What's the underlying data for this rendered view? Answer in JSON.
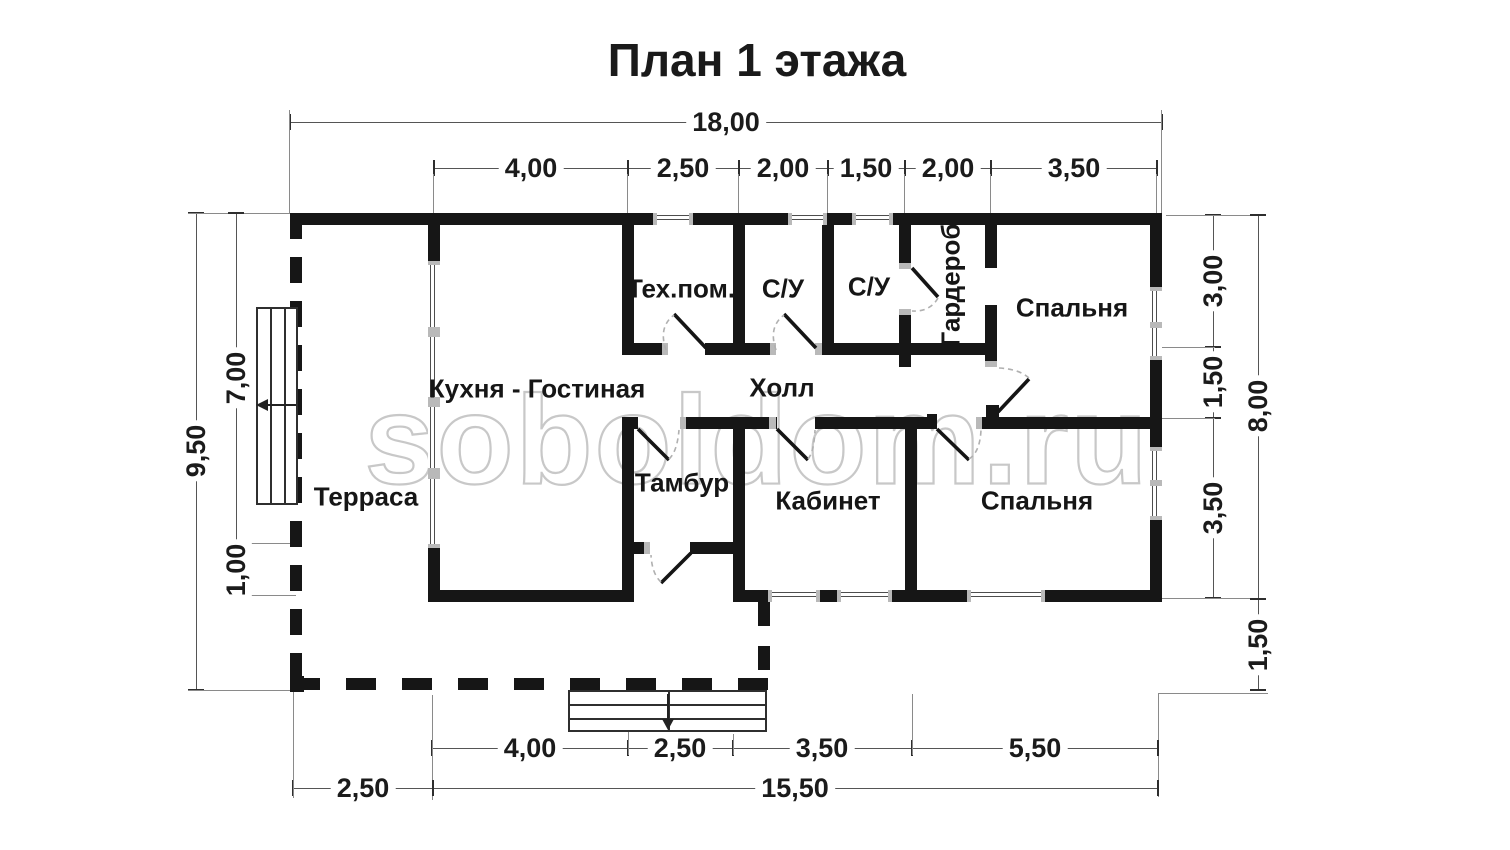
{
  "title": "План 1 этажа",
  "watermark": "soboldom.ru",
  "dimensions": {
    "top_total": "18,00",
    "top_segments": [
      "4,00",
      "2,50",
      "2,00",
      "1,50",
      "2,00",
      "3,50"
    ],
    "left_total": "9,50",
    "left_upper": "7,00",
    "left_lower": "1,00",
    "right_segments": [
      "3,00",
      "1,50",
      "3,50"
    ],
    "right_total": "8,00",
    "right_lower": "1,50",
    "bottom_segments": [
      "4,00",
      "2,50",
      "3,50",
      "5,50"
    ],
    "bottom_left": "2,50",
    "bottom_total": "15,50"
  },
  "rooms": {
    "terrace": "Терраса",
    "kitchen_living": "Кухня - Гостиная",
    "tech": "Тех.пом.",
    "wc1": "С/У",
    "wc2": "С/У",
    "wardrobe": "Гардероб",
    "bedroom_top": "Спальня",
    "hall": "Холл",
    "vestibule": "Тамбур",
    "office": "Кабинет",
    "bedroom_bottom": "Спальня"
  }
}
